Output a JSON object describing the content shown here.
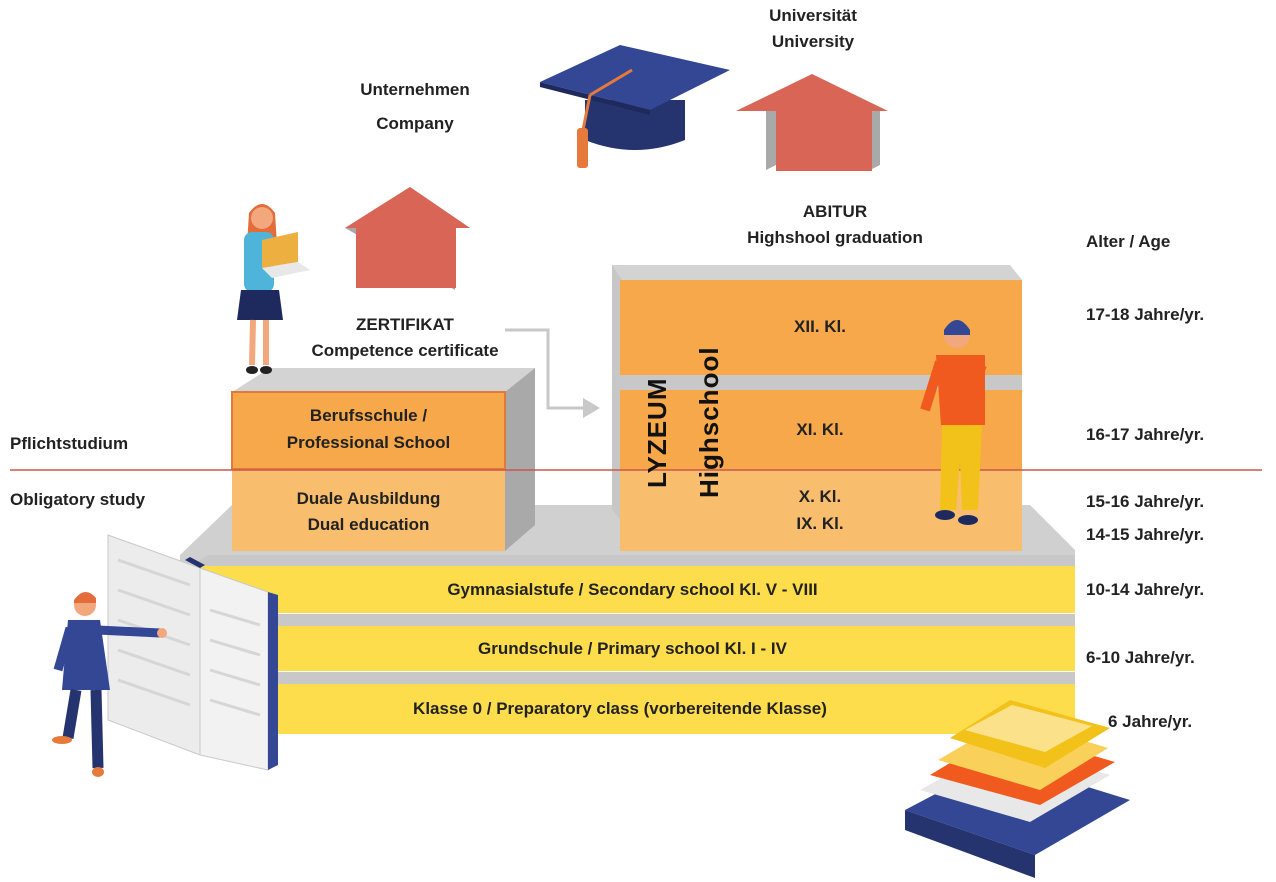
{
  "top": {
    "university_de": "Universität",
    "university_en": "University",
    "company_de": "Unternehmen",
    "company_en": "Company",
    "abitur_de": "ABITUR",
    "abitur_en": "Highshool graduation",
    "certificate_de": "ZERTIFIKAT",
    "certificate_en": "Competence certificate",
    "age_header": "Alter / Age"
  },
  "side": {
    "compulsory_de": "Pflichtstudium",
    "compulsory_en": "Obligatory study"
  },
  "vocational": {
    "upper_line1": "Berufsschule /",
    "upper_line2": "Professional School",
    "lower_line1": "Duale Ausbildung",
    "lower_line2": "Dual education"
  },
  "lyceum": {
    "title_de": "LYZEUM",
    "title_en": "Highschool",
    "grade_12": "XII. Kl.",
    "grade_11": "XI. Kl.",
    "grade_10": "X. Kl.",
    "grade_9": "IX. Kl."
  },
  "bands": {
    "secondary": "Gymnasialstufe / Secondary school Kl. V - VIII",
    "primary": "Grundschule / Primary school Kl. I - IV",
    "preparatory": "Klasse 0 / Preparatory class (vorbereitende Klasse)"
  },
  "ages": {
    "a17_18": "17-18 Jahre/yr.",
    "a16_17": "16-17 Jahre/yr.",
    "a15_16": "15-16 Jahre/yr.",
    "a14_15": "14-15 Jahre/yr.",
    "a10_14": "10-14 Jahre/yr.",
    "a6_10": "6-10 Jahre/yr.",
    "a6": "6 Jahre/yr."
  },
  "colors": {
    "orange_dark": "#F6A84A",
    "orange_light": "#F8BE6E",
    "yellow": "#FDDD4C",
    "gray_side": "#B9B9B9",
    "gray_top": "#D3D3D3",
    "arrow_red": "#D96556",
    "navy": "#334795",
    "divider": "#C9584A"
  }
}
